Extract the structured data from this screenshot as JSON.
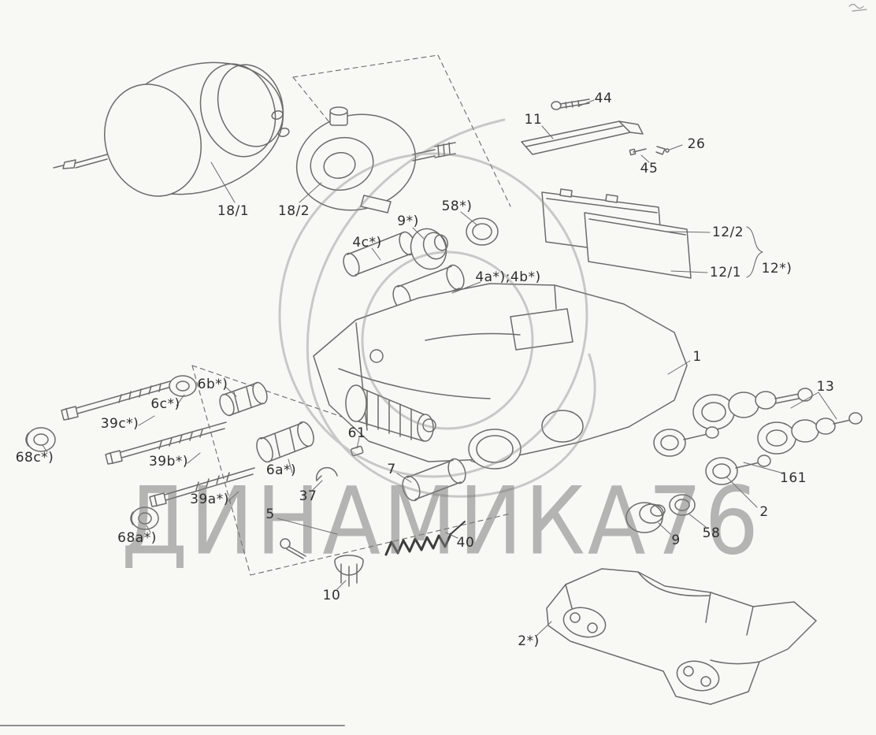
{
  "watermark": {
    "text": "ДИНАМИКА76"
  },
  "labels": [
    {
      "text": "44"
    },
    {
      "text": "11"
    },
    {
      "text": "26"
    },
    {
      "text": "45"
    },
    {
      "text": "18/1"
    },
    {
      "text": "18/2"
    },
    {
      "text": "58*)"
    },
    {
      "text": "9*)"
    },
    {
      "text": "4c*)"
    },
    {
      "text": "12/2"
    },
    {
      "text": "12/1"
    },
    {
      "text": "12*)"
    },
    {
      "text": "4a*);4b*)"
    },
    {
      "text": "1"
    },
    {
      "text": "13"
    },
    {
      "text": "6b*)"
    },
    {
      "text": "6c*)"
    },
    {
      "text": "39c*)"
    },
    {
      "text": "68c*)"
    },
    {
      "text": "39b*)"
    },
    {
      "text": "6a*)"
    },
    {
      "text": "61"
    },
    {
      "text": "7"
    },
    {
      "text": "161"
    },
    {
      "text": "2"
    },
    {
      "text": "37"
    },
    {
      "text": "5"
    },
    {
      "text": "39a*)"
    },
    {
      "text": "68a*)"
    },
    {
      "text": "9"
    },
    {
      "text": "58"
    },
    {
      "text": "40"
    },
    {
      "text": "10"
    },
    {
      "text": "2*)"
    }
  ]
}
